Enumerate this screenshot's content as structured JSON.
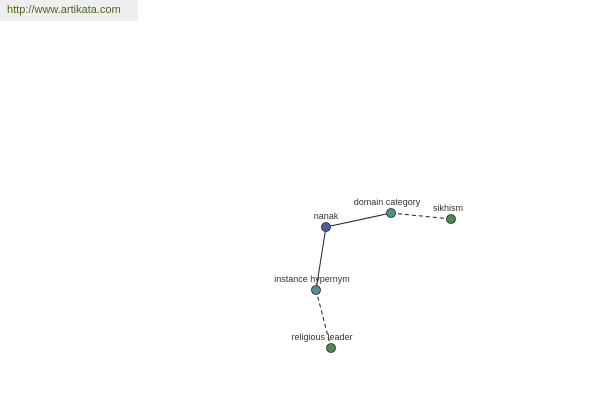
{
  "header": {
    "url_text": "http://www.artikata.com"
  },
  "graph": {
    "colors": {
      "center_node": "#4e5fa0",
      "relation_node": "#4e8f8f",
      "leaf_node": "#4e8a4e",
      "edge": "#222222",
      "node_outline": "#222222"
    },
    "nodes": [
      {
        "id": "nanak",
        "label": "nanak",
        "kind": "center",
        "icon": "circle-node-icon"
      },
      {
        "id": "domain_category",
        "label": "domain category",
        "kind": "relation",
        "icon": "circle-node-icon"
      },
      {
        "id": "sikhism",
        "label": "sikhism",
        "kind": "leaf",
        "icon": "circle-node-icon"
      },
      {
        "id": "instance_hypernym",
        "label": "instance hypernym",
        "kind": "relation",
        "icon": "circle-node-icon"
      },
      {
        "id": "religious_leader",
        "label": "religious leader",
        "kind": "leaf",
        "icon": "circle-node-icon"
      }
    ],
    "edges": [
      {
        "from": "nanak",
        "to": "domain_category",
        "style": "solid"
      },
      {
        "from": "domain_category",
        "to": "sikhism",
        "style": "dashed"
      },
      {
        "from": "nanak",
        "to": "instance_hypernym",
        "style": "solid"
      },
      {
        "from": "instance_hypernym",
        "to": "religious_leader",
        "style": "dashed"
      }
    ]
  }
}
